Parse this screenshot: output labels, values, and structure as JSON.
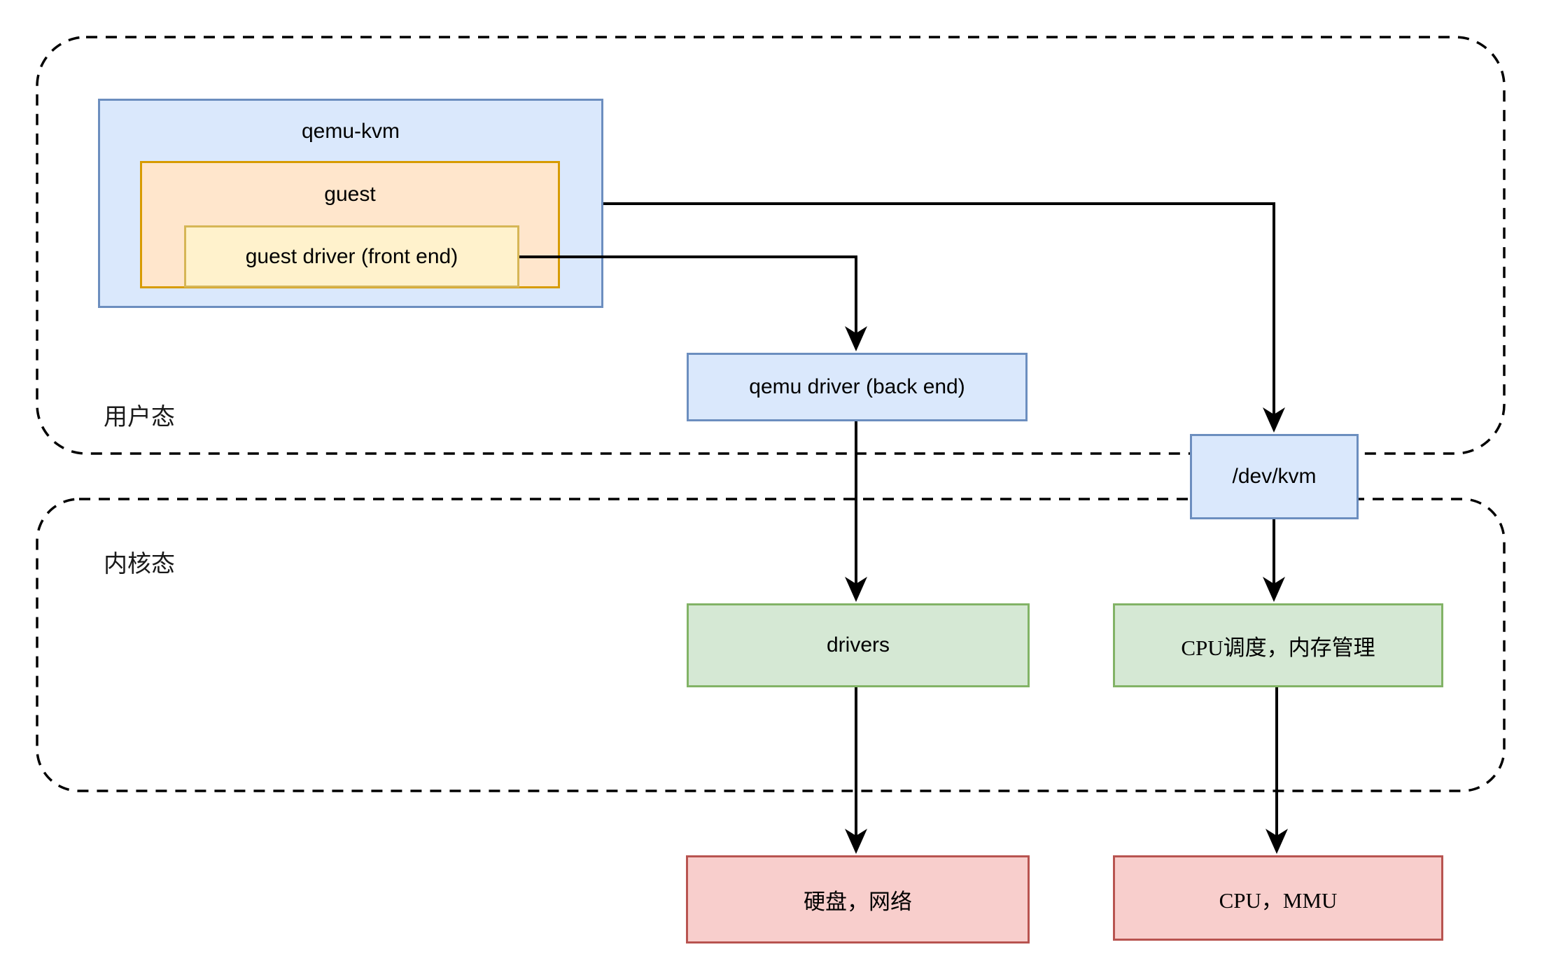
{
  "regions": {
    "user_mode": {
      "label": "用户态"
    },
    "kernel_mode": {
      "label": "内核态"
    }
  },
  "nodes": {
    "qemu_kvm": {
      "label": "qemu-kvm"
    },
    "guest": {
      "label": "guest"
    },
    "guest_driver": {
      "label": "guest driver (front end)"
    },
    "qemu_driver": {
      "label": "qemu driver (back end)"
    },
    "dev_kvm": {
      "label": "/dev/kvm"
    },
    "drivers": {
      "label": "drivers"
    },
    "cpu_sched": {
      "label": "CPU调度，内存管理"
    },
    "disk_net": {
      "label": "硬盘，网络"
    },
    "cpu_mmu": {
      "label": "CPU，MMU"
    }
  },
  "edges": [
    {
      "from": "qemu-kvm",
      "to": "/dev/kvm"
    },
    {
      "from": "guest driver (front end)",
      "to": "qemu driver (back end)"
    },
    {
      "from": "qemu driver (back end)",
      "to": "drivers"
    },
    {
      "from": "/dev/kvm",
      "to": "CPU调度，内存管理"
    },
    {
      "from": "drivers",
      "to": "硬盘，网络"
    },
    {
      "from": "CPU调度，内存管理",
      "to": "CPU，MMU"
    }
  ],
  "colors": {
    "blue_fill": "#dae8fc",
    "blue_stroke": "#6c8ebf",
    "orange_fill": "#ffe6cc",
    "orange_stroke": "#d79b00",
    "yellow_fill": "#fff2cc",
    "yellow_stroke": "#d6b656",
    "green_fill": "#d5e8d4",
    "green_stroke": "#82b366",
    "red_fill": "#f8cecc",
    "red_stroke": "#b85450",
    "connector": "#000000",
    "region_border": "#000000"
  }
}
